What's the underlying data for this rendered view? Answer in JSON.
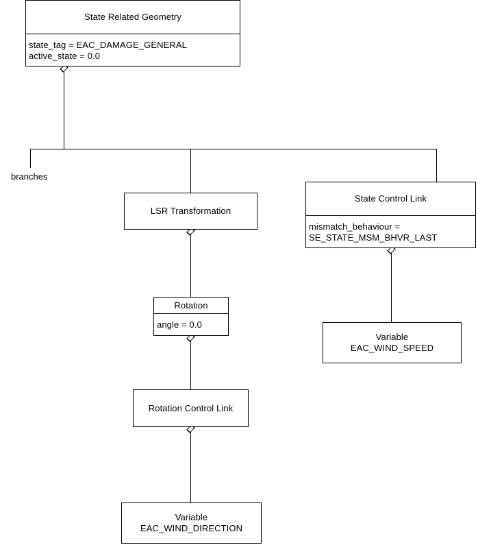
{
  "diagram": {
    "type": "uml-class-composition-tree",
    "edge_labels": [
      {
        "id": "branches",
        "text": "branches"
      }
    ],
    "nodes": [
      {
        "id": "state-related-geometry",
        "name": "State Related Geometry",
        "attributes": [
          "state_tag = EAC_DAMAGE_GENERAL",
          "active_state = 0.0"
        ]
      },
      {
        "id": "lsr-transformation",
        "name": "LSR Transformation",
        "attributes": []
      },
      {
        "id": "state-control-link",
        "name": "State Control Link",
        "attributes": [
          "mismatch_behaviour =",
          "SE_STATE_MSM_BHVR_LAST"
        ]
      },
      {
        "id": "rotation",
        "name": "Rotation",
        "attributes": [
          "angle = 0.0"
        ]
      },
      {
        "id": "variable-eac-wind-speed",
        "name_line1": "Variable",
        "name_line2": "EAC_WIND_SPEED",
        "attributes": []
      },
      {
        "id": "rotation-control-link",
        "name": "Rotation Control Link",
        "attributes": []
      },
      {
        "id": "variable-eac-wind-direction",
        "name_line1": "Variable",
        "name_line2": "EAC_WIND_DIRECTION",
        "attributes": []
      }
    ],
    "colors": {
      "stroke": "#000000",
      "fill": "#ffffff",
      "text": "#000000"
    }
  }
}
